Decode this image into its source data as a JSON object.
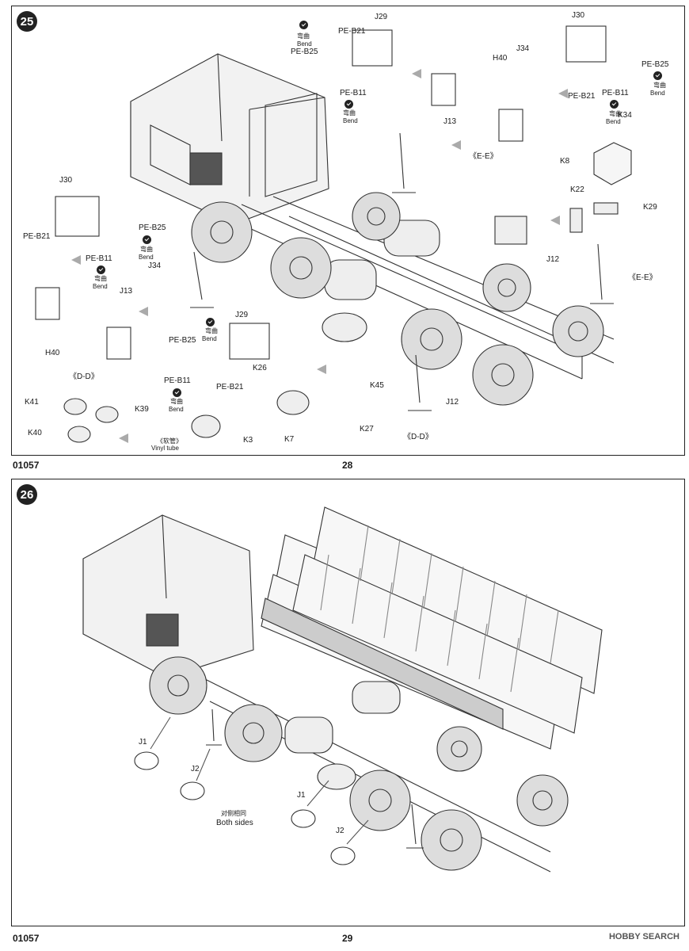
{
  "page_top": {
    "step": "25",
    "footer_code": "01057",
    "page_number": "28",
    "labels": {
      "j29_a": "J29",
      "pe_b21_a": "PE-B21",
      "pe_b25_a": "PE-B25",
      "pe_b11_a": "PE-B11",
      "bend_zh_a": "弯曲",
      "bend_en_a": "Bend",
      "bend_zh_b": "弯曲",
      "bend_en_b": "Bend",
      "h40_a": "H40",
      "j34_a": "J34",
      "j13_a": "J13",
      "ee_a": "《E-E》",
      "j30_a": "J30",
      "pe_b25_b": "PE-B25",
      "pe_b21_b": "PE-B21",
      "pe_b11_b": "PE-B11",
      "bend_zh_c": "弯曲",
      "bend_en_c": "Bend",
      "bend_zh_d": "弯曲",
      "bend_en_d": "Bend",
      "k34": "K34",
      "k8": "K8",
      "k22": "K22",
      "k29": "K29",
      "j30_b": "J30",
      "pe_b21_c": "PE-B21",
      "pe_b25_c": "PE-B25",
      "pe_b11_c": "PE-B11",
      "bend_zh_e": "弯曲",
      "bend_en_e": "Bend",
      "bend_zh_f": "弯曲",
      "bend_en_f": "Bend",
      "j34_b": "J34",
      "j13_b": "J13",
      "h40_b": "H40",
      "dd_a": "《D-D》",
      "j12_a": "J12",
      "ee_b": "《E-E》",
      "j29_b": "J29",
      "pe_b25_d": "PE-B25",
      "pe_b11_d": "PE-B11",
      "pe_b21_d": "PE-B21",
      "bend_zh_g": "弯曲",
      "bend_en_g": "Bend",
      "bend_zh_h": "弯曲",
      "bend_en_h": "Bend",
      "k41": "K41",
      "k39": "K39",
      "k40": "K40",
      "vinyl_zh": "《软管》",
      "vinyl_en": "Vinyl tube",
      "k3": "K3",
      "k26": "K26",
      "k7": "K7",
      "k45": "K45",
      "k27": "K27",
      "j12_b": "J12",
      "dd_b": "《D-D》"
    }
  },
  "page_bottom": {
    "step": "26",
    "footer_code": "01057",
    "page_number": "29",
    "labels": {
      "j1_a": "J1",
      "j2_a": "J2",
      "j1_b": "J1",
      "j2_b": "J2",
      "both_zh": "对侧相同",
      "both_en": "Both sides"
    }
  },
  "watermark": "HOBBY SEARCH"
}
